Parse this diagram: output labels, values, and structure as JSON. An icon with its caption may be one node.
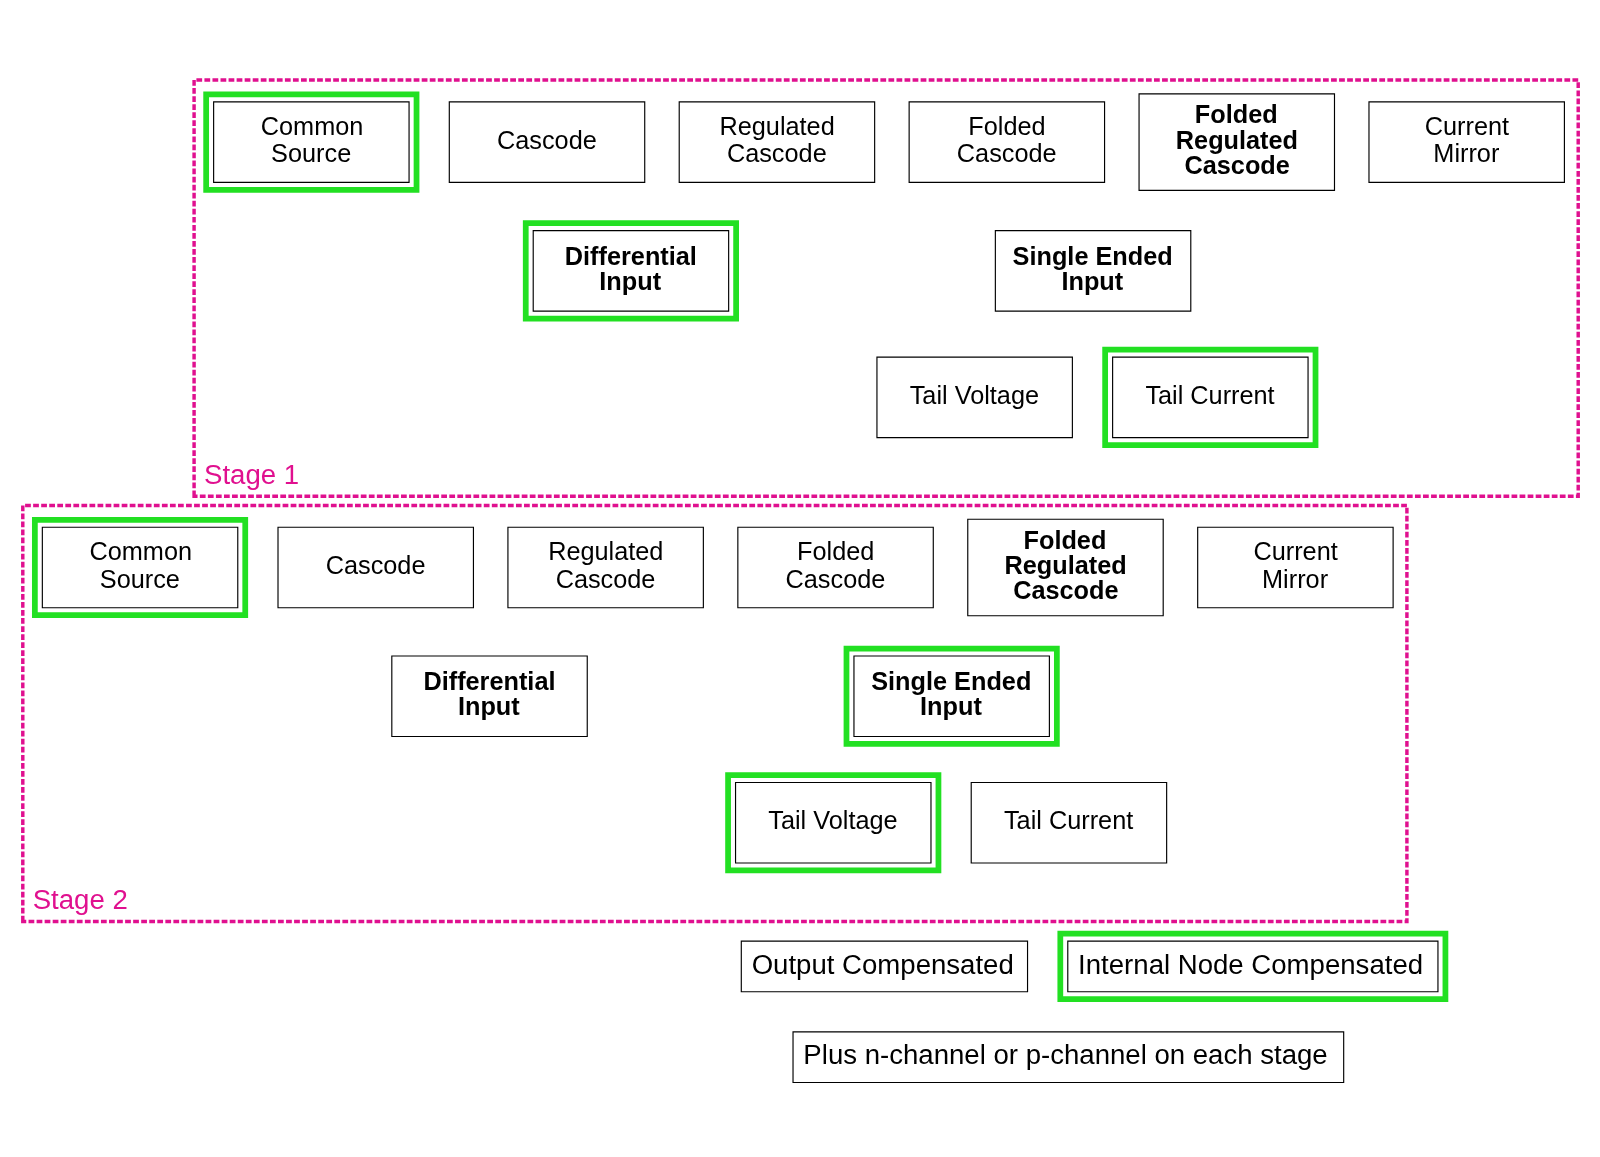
{
  "diagram": {
    "nodes": [
      {
        "text": [
          "Stage 1"
        ]
      },
      {
        "text": [
          "Common Source"
        ],
        "in": 0
      },
      {
        "text": [
          "Cascode"
        ],
        "in": 0
      },
      {
        "text": [
          "Regulated Cascode"
        ],
        "in": 0
      },
      {
        "text": [
          "Folded Cascode"
        ],
        "in": 0
      },
      {
        "text": [
          "Folded Regulated Cascode"
        ],
        "in": 0
      },
      {
        "text": [
          "Current Mirror"
        ],
        "in": 0
      },
      {
        "text": [
          "Differential Input"
        ],
        "in": 0
      },
      {
        "text": [
          "Single Ended Input"
        ],
        "in": 0
      },
      {
        "text": [
          "Tail Voltage"
        ],
        "in": 0
      },
      {
        "text": [
          "Tail Current"
        ],
        "in": 0
      },
      {
        "text": [
          "Stage 2"
        ]
      },
      {
        "text": [
          "Common Source"
        ],
        "in": 11
      },
      {
        "text": [
          "Cascode"
        ],
        "in": 11
      },
      {
        "text": [
          "Regulated Cascode"
        ],
        "in": 11
      },
      {
        "text": [
          "Folded Cascode"
        ],
        "in": 11
      },
      {
        "text": [
          "Folded Regulated Cascode"
        ],
        "in": 11
      },
      {
        "text": [
          "Current Mirror"
        ],
        "in": 11
      },
      {
        "text": [
          "Differential Input"
        ],
        "in": 11
      },
      {
        "text": [
          "Single Ended Input"
        ],
        "in": 11
      },
      {
        "text": [
          "Tail Voltage"
        ],
        "in": 11
      },
      {
        "text": [
          "Tail Current"
        ],
        "in": 11
      },
      {
        "text": [
          "Output Compensated"
        ]
      },
      {
        "text": [
          "Internal Node Compensated"
        ]
      },
      {
        "text": [
          "Plus n-channel or p-channel on each stage"
        ]
      }
    ],
    "edges": []
  }
}
